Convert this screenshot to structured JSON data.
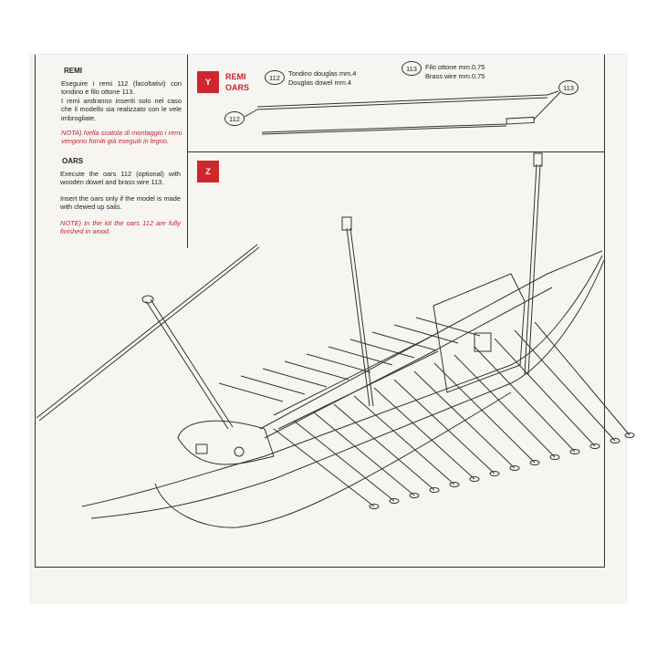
{
  "left_column": {
    "remi": {
      "heading": "REMI",
      "para1": "Eseguire i remi 112 (facoltativi) con tondino e filo ottone 113.",
      "para2": "I remi andranno inseriti solo nel caso che il modello sia realizzato con le vele imbrogliate.",
      "note": "NOTA) Nella scatola di montaggio i remi vengono forniti già eseguiti in legno."
    },
    "oars": {
      "heading": "OARS",
      "para1": "Execute the oars 112 (optional) with wooden dowel and brass wire 113.",
      "para2": "Insert the oars only if the model is made with clewed up sails.",
      "note": "NOTE) In the kit the oars 112 are fully finished in wood."
    }
  },
  "step_y": {
    "badge": "Y",
    "label_it": "REMI",
    "label_en": "OARS",
    "part112": {
      "number": "112",
      "desc_it": "Tondino douglas mm.4",
      "desc_en": "Douglas dowel mm.4"
    },
    "part113": {
      "number": "113",
      "desc_it": "Filo ottone mm.0,75",
      "desc_en": "Brass wire mm.0,75"
    }
  },
  "step_z": {
    "badge": "Z"
  },
  "colors": {
    "accent_red": "#d0262d",
    "line": "#333333"
  }
}
